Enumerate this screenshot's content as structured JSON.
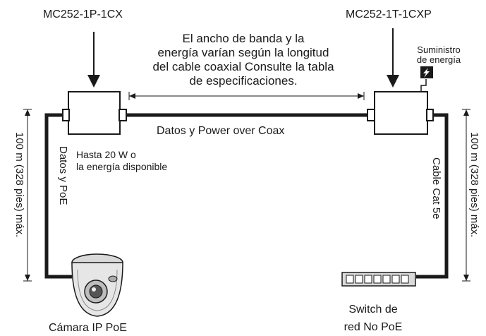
{
  "devices": {
    "left_model": "MC252-1P-1CX",
    "right_model": "MC252-1T-1CXP"
  },
  "notes": {
    "bandwidth_line1": "El ancho de banda y la",
    "bandwidth_line2": "energía varían según la longitud",
    "bandwidth_line3": "del cable coaxial Consulte la tabla",
    "bandwidth_line4": "de especificaciones.",
    "power_supply_line1": "Suministro",
    "power_supply_line2": "de energía",
    "coax_link": "Datos y Power over Coax",
    "power_budget_line1": "Hasta 20 W o",
    "power_budget_line2": "la energía disponible"
  },
  "links": {
    "left_cable": "Datos y PoE",
    "right_cable": "Cable Cat 5e",
    "left_distance": "100 m (328 pies) máx.",
    "right_distance": "100 m (328 pies) máx."
  },
  "endpoints": {
    "camera_label": "Cámara IP PoE",
    "switch_line1": "Switch de",
    "switch_line2": "red No PoE"
  },
  "icons": [
    "arrow-down-icon",
    "lightning-icon",
    "ip-camera-icon",
    "network-switch-icon"
  ],
  "colors": {
    "line": "#1a1a1a",
    "device_fill": "#ffffff"
  }
}
